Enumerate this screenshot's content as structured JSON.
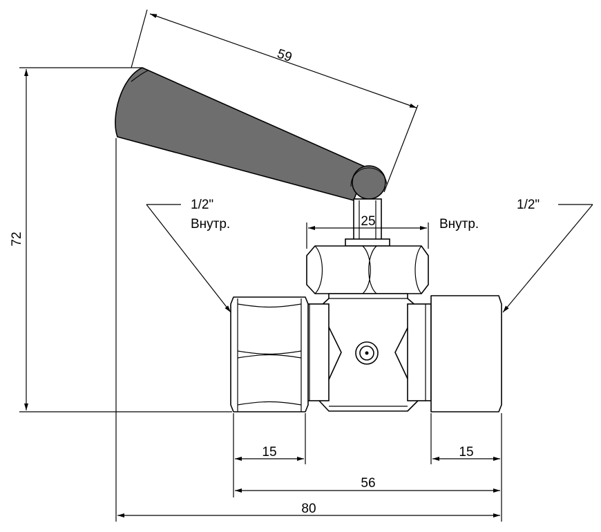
{
  "dimensions": {
    "handle_length": "59",
    "height": "72",
    "stem_width": "25",
    "left_thread_length": "15",
    "right_thread_length": "15",
    "body_length": "56",
    "total_length": "80"
  },
  "left_callout": {
    "size": "1/2\"",
    "type": "Внутр."
  },
  "right_callout": {
    "size": "1/2\"",
    "type": "Внутр."
  },
  "colors": {
    "handle": "#6e6e6e",
    "line": "#000000",
    "background": "#ffffff"
  }
}
